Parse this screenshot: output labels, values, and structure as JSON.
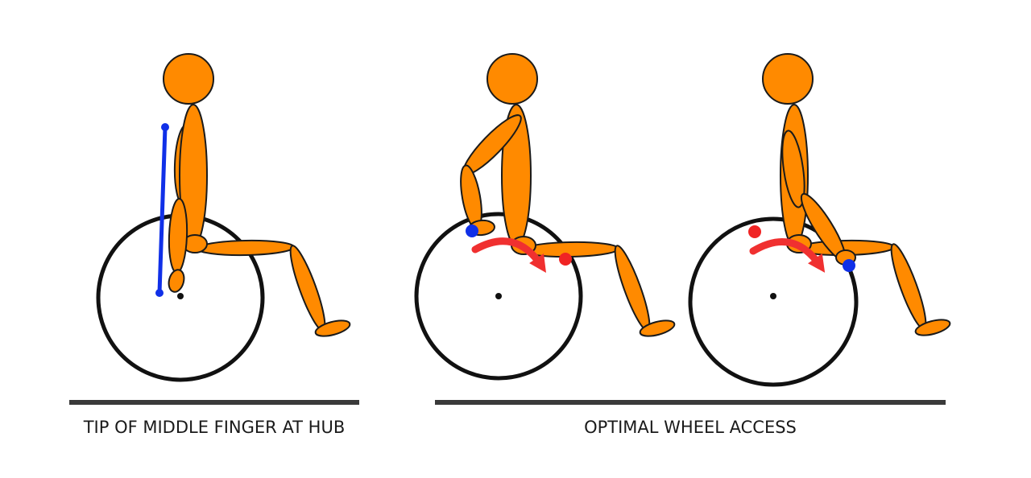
{
  "captions": {
    "left": "TIP OF MIDDLE FINGER AT HUB",
    "right": "OPTIMAL WHEEL ACCESS"
  },
  "colors": {
    "body": "#ff8a00",
    "outline": "#1a1a1a",
    "wheel": "#111111",
    "blue_marker": "#1030e8",
    "red_marker": "#f02424",
    "arrow": "#f03030",
    "ground": "#3a3a3a"
  },
  "panels": [
    {
      "name": "hand-at-hub",
      "markers": [
        "blue-plumb-line"
      ]
    },
    {
      "name": "push-start",
      "markers": [
        "blue-dot-start",
        "red-dot-end",
        "red-arrow"
      ]
    },
    {
      "name": "push-end",
      "markers": [
        "red-dot-start",
        "blue-dot-end",
        "red-arrow"
      ]
    }
  ]
}
